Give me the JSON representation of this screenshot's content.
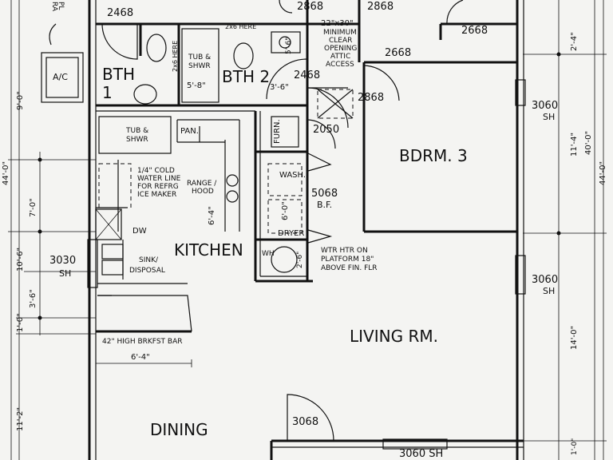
{
  "rooms": {
    "bath1": "BTH\n1",
    "bath2": "BTH 2",
    "bedroom3": "BDRM. 3",
    "kitchen": "KITCHEN",
    "living": "LIVING RM.",
    "dining": "DINING",
    "furnace": "FURN."
  },
  "doors": {
    "d_top_left": "2468",
    "d_top_mid": "2868",
    "d_top_right": "2868",
    "d_bath2": "2468",
    "d_right_a": "2668",
    "d_right_b": "2668",
    "d_hall": "2868",
    "d_furn": "2050",
    "d_bf": "5068",
    "d_bf_sub": "B.F.",
    "d_dining": "3068"
  },
  "windows": {
    "w_right_1": "3060",
    "w_right_1_sub": "SH",
    "w_right_2": "3060",
    "w_right_2_sub": "SH",
    "w_left": "3030",
    "w_left_sub": "SH",
    "w_bottom": "3060 SH"
  },
  "notes": {
    "attic_1": "22\"x30\"",
    "attic_2": "MINIMUM",
    "attic_3": "CLEAR",
    "attic_4": "OPENING",
    "attic_5": "ATTIC",
    "attic_6": "ACCESS",
    "waterline_1": "1/4\" COLD",
    "waterline_2": "WATER LINE",
    "waterline_3": "FOR REFRG",
    "waterline_4": "ICE MAKER",
    "range_1": "RANGE /",
    "range_2": "HOOD",
    "sink_1": "SINK/",
    "sink_2": "DISPOSAL",
    "pan": "PAN.",
    "dw": "DW",
    "wash": "WASH.",
    "dryer": "DRYER",
    "wh": "WH",
    "wtr_1": "WTR HTR ON",
    "wtr_2": "PLATFORM 18\"",
    "wtr_3": "ABOVE FIN. FLR",
    "breakfast_bar": "42\" HIGH BRKFST BAR",
    "tub1_1": "TUB &",
    "tub1_2": "SHWR",
    "tub2_1": "TUB &",
    "tub2_2": "SHWR",
    "ac": "A/C",
    "here": "2x6 HERE",
    "ra_1": "RA",
    "ra_2": "PL"
  },
  "dims": {
    "d_9_0": "9'-0\"",
    "d_44_0_left": "44'-0\"",
    "d_7_0": "7'-0\"",
    "d_10_6": "10'-6\"",
    "d_3_6_left": "3'-6\"",
    "d_1_0": "1'-0\"",
    "d_11_2": "11'-2\"",
    "d_6_4_kit": "6'-4\"",
    "d_6_4_bar": "6'-4\"",
    "d_5_8": "5'-8\"",
    "d_3_6_bath": "3'-6\"",
    "d_2_6_here": "2x6 HERE",
    "d_5_6": "5'-6\"",
    "d_6_0": "6'-0\"",
    "d_2_6": "2'-6\"",
    "d_2_4": "2'-4\"",
    "d_11_4": "11'-4\"",
    "d_40_0": "40'-0\"",
    "d_44_0_right": "44'-0\"",
    "d_14_0": "14'-0\"",
    "d_1_0_top": "1'-0\""
  }
}
